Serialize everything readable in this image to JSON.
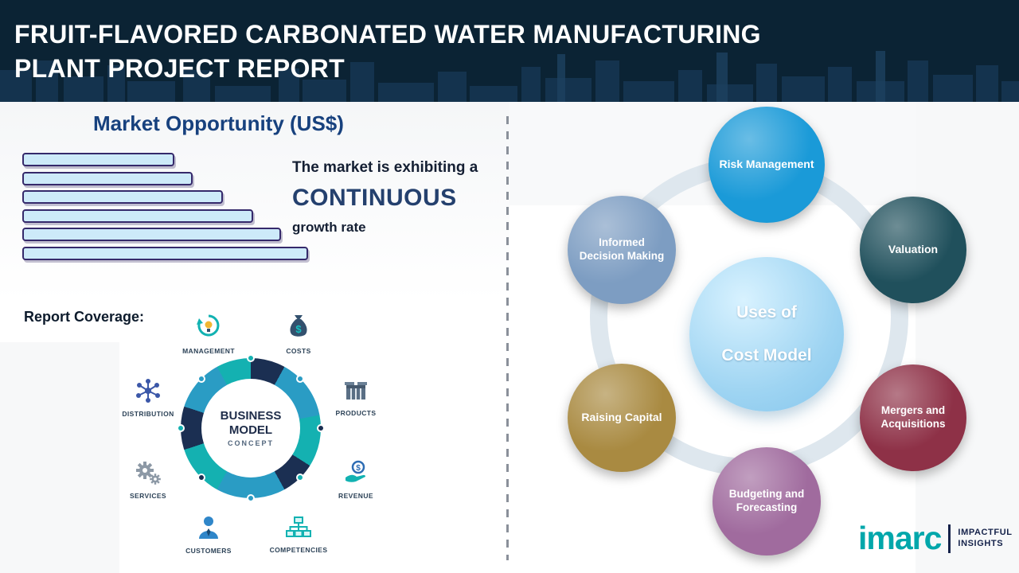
{
  "header": {
    "title_line1": "FRUIT-FLAVORED CARBONATED WATER MANUFACTURING",
    "title_line2": "PLANT PROJECT REPORT",
    "background_color": "#0b2334"
  },
  "market": {
    "heading": "Market Opportunity (US$)",
    "narrative_line1": "The market is exhibiting a",
    "narrative_highlight": "CONTINUOUS",
    "narrative_line2": "growth rate",
    "chart_data": {
      "type": "bar",
      "orientation": "horizontal",
      "title": "Market Opportunity (US$)",
      "categories": [
        "",
        "",
        "",
        "",
        "",
        ""
      ],
      "values": [
        50,
        56,
        66,
        76,
        85,
        94
      ],
      "value_unit": "relative bar length, percent of max (bars are unlabeled in source)",
      "bar_fill": "#cdeaf9",
      "bar_border": "#35296b",
      "grid": false,
      "axis_labels_visible": false
    }
  },
  "report_coverage_label": "Report Coverage:",
  "business_model": {
    "center_line1": "BUSINESS",
    "center_line2": "MODEL",
    "center_line3": "CONCEPT",
    "items": [
      {
        "label": "MANAGEMENT",
        "icon": "recycle-bulb-icon"
      },
      {
        "label": "COSTS",
        "icon": "money-bag-icon"
      },
      {
        "label": "DISTRIBUTION",
        "icon": "network-icon"
      },
      {
        "label": "PRODUCTS",
        "icon": "crate-icon"
      },
      {
        "label": "SERVICES",
        "icon": "gears-icon"
      },
      {
        "label": "REVENUE",
        "icon": "hand-coin-icon"
      },
      {
        "label": "CUSTOMERS",
        "icon": "person-icon"
      },
      {
        "label": "COMPETENCIES",
        "icon": "org-chart-icon"
      }
    ]
  },
  "cost_model": {
    "center_line1": "Uses of",
    "center_line2": "Cost Model",
    "center_color": "#9ed4f2",
    "nodes": [
      {
        "label": "Risk Management",
        "color": "#1a9ad8"
      },
      {
        "label": "Valuation",
        "color": "#20505c"
      },
      {
        "label": "Mergers and Acquisitions",
        "color": "#8e3147"
      },
      {
        "label": "Budgeting and Forecasting",
        "color": "#a06b9e"
      },
      {
        "label": "Raising Capital",
        "color": "#a98a41"
      },
      {
        "label": "Informed Decision Making",
        "color": "#7d9dc2"
      }
    ]
  },
  "logo": {
    "brand": "imarc",
    "tagline_line1": "IMPACTFUL",
    "tagline_line2": "INSIGHTS",
    "brand_color": "#00a7ab"
  }
}
